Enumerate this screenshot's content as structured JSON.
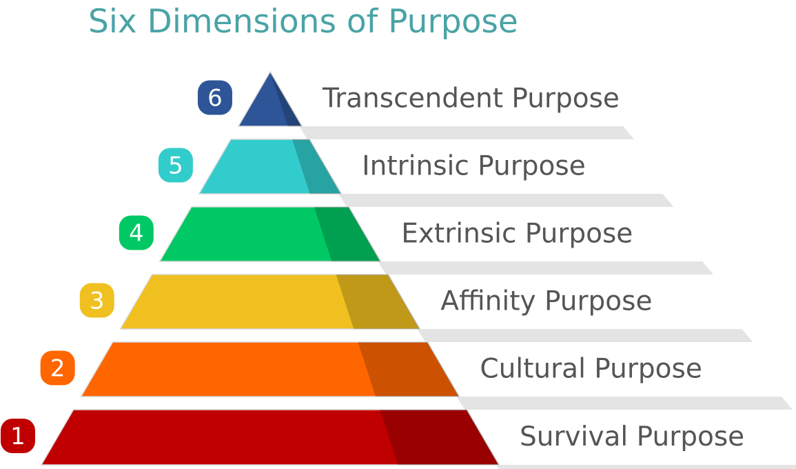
{
  "title": "Six Dimensions of Purpose",
  "levels": [
    {
      "number": "1",
      "label": "Survival Purpose",
      "color": "#c00000"
    },
    {
      "number": "2",
      "label": "Cultural Purpose",
      "color": "#ff6600"
    },
    {
      "number": "3",
      "label": "Affinity Purpose",
      "color": "#f0c020"
    },
    {
      "number": "4",
      "label": "Extrinsic Purpose",
      "color": "#00c864"
    },
    {
      "number": "5",
      "label": "Intrinsic Purpose",
      "color": "#33cccc"
    },
    {
      "number": "6",
      "label": "Transcendent Purpose",
      "color": "#2e5597"
    }
  ]
}
